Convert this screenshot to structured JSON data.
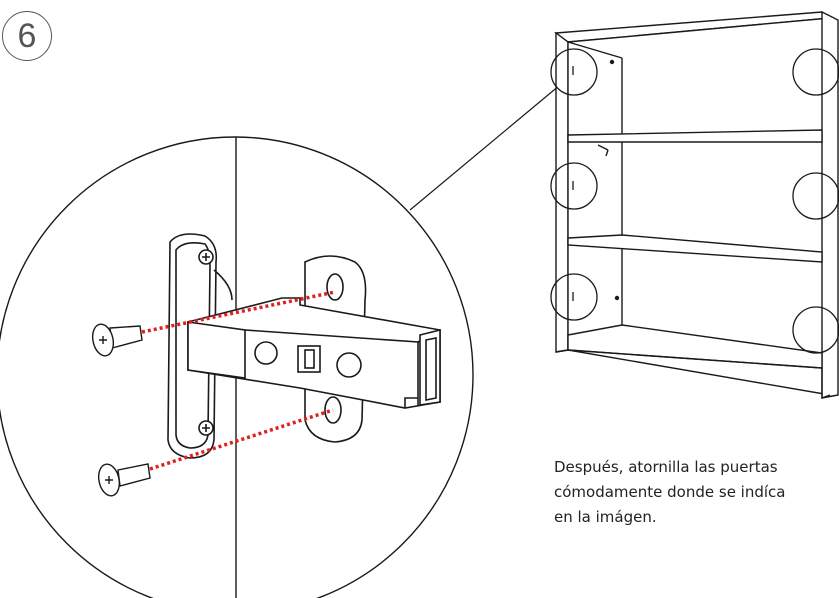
{
  "step": {
    "number": "6"
  },
  "instruction": {
    "line1": "Después, atornilla las puertas",
    "line2": "cómodamente donde se indíca",
    "line3": "en la imágen."
  },
  "colors": {
    "line": "#1a1a1a",
    "screw_guide": "#e02020",
    "background": "#ffffff"
  },
  "icons": [
    "hinge-detail",
    "screw-icon",
    "bookshelf-cabinet",
    "hinge-location-marker"
  ]
}
